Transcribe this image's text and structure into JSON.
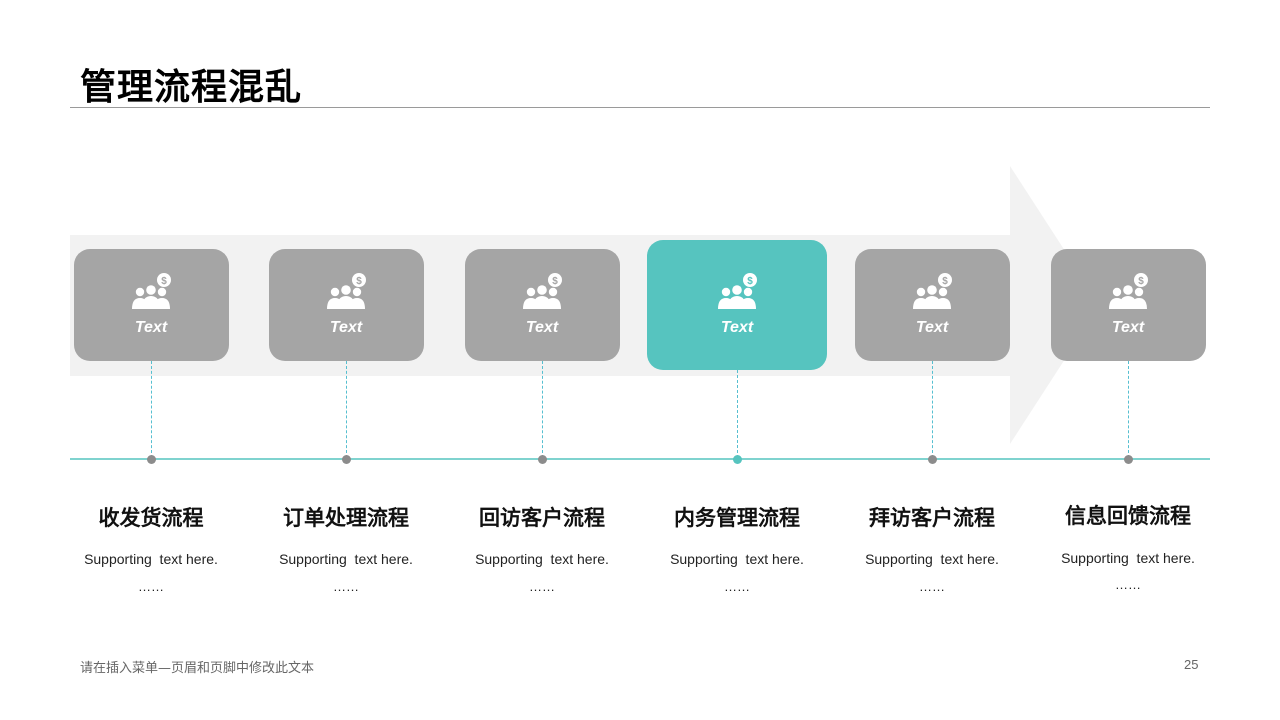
{
  "title": "管理流程混乱",
  "steps": [
    {
      "card_label": "Text",
      "title": "收发货流程",
      "subtitle": "Supporting  text here.",
      "dots": "……",
      "active": false
    },
    {
      "card_label": "Text",
      "title": "订单处理流程",
      "subtitle": "Supporting  text here.",
      "dots": "……",
      "active": false
    },
    {
      "card_label": "Text",
      "title": "回访客户流程",
      "subtitle": "Supporting  text here.",
      "dots": "……",
      "active": false
    },
    {
      "card_label": "Text",
      "title": "内务管理流程",
      "subtitle": "Supporting  text here.",
      "dots": "……",
      "active": true
    },
    {
      "card_label": "Text",
      "title": "拜访客户流程",
      "subtitle": "Supporting  text here.",
      "dots": "……",
      "active": false
    },
    {
      "card_label": "Text",
      "title": "信息回馈流程",
      "subtitle": "Supporting  text here.",
      "dots": "……",
      "active": false
    }
  ],
  "card_icon": "people-dollar-icon",
  "footer_note": "请在插入菜单—页眉和页脚中修改此文本",
  "page_number": "25",
  "colors": {
    "card": "#a5a5a5",
    "card_active": "#56c4bf",
    "timeline": "#7fd3cf",
    "arrow": "#f2f2f2"
  }
}
